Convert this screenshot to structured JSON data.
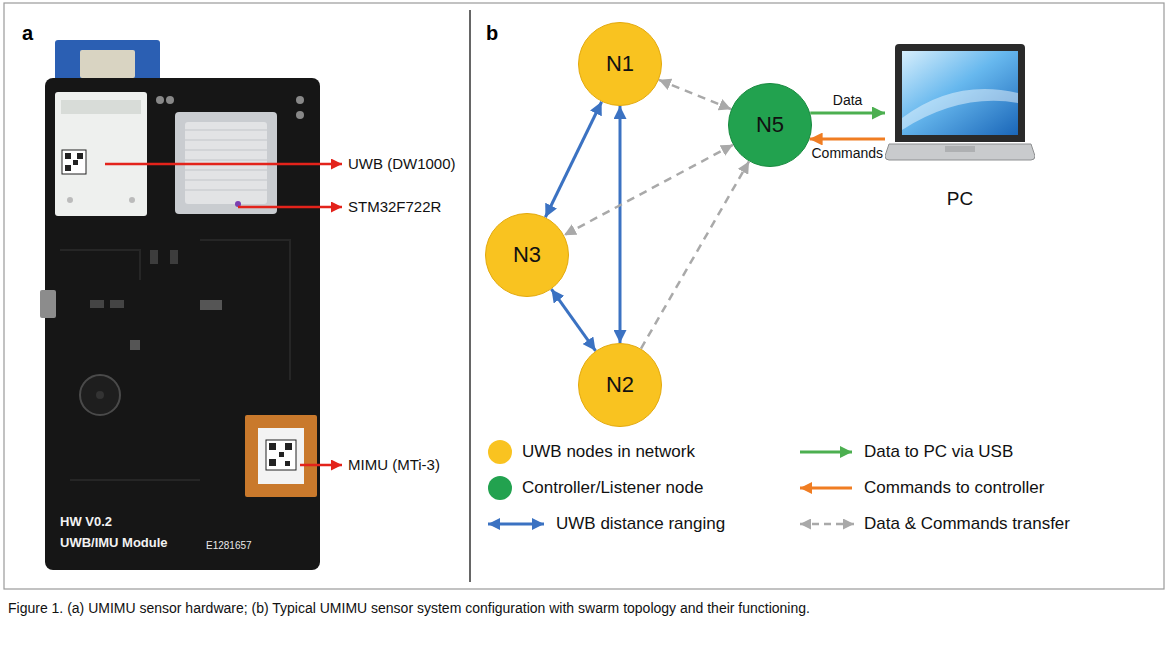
{
  "diagram": {
    "caption": "Figure 1. (a) UMIMU sensor hardware; (b) Typical UMIMU sensor system configuration with swarm topology and their functioning.",
    "nodes": [
      {
        "text": [
          "N1"
        ]
      },
      {
        "text": [
          "N5"
        ]
      },
      {
        "text": [
          "N3"
        ]
      },
      {
        "text": [
          "N2"
        ]
      },
      {
        "text": [
          "PC"
        ]
      }
    ],
    "edges": [
      {
        "from": 0,
        "to": 2,
        "arrow": "both"
      },
      {
        "from": 0,
        "to": 3,
        "arrow": "both"
      },
      {
        "from": 2,
        "to": 3,
        "arrow": "both"
      },
      {
        "from": 0,
        "to": 1,
        "arrow": "both"
      },
      {
        "from": 1,
        "to": 2,
        "arrow": "both"
      },
      {
        "from": 3,
        "to": 1,
        "arrow": "to"
      },
      {
        "from": 1,
        "to": 4,
        "label": "Data",
        "arrow": "to"
      },
      {
        "from": 4,
        "to": 1,
        "label": "Commands",
        "arrow": "to"
      }
    ],
    "labels": [
      "a",
      "b",
      "UWB (DW1000)",
      "STM32F722R",
      "MIMU (MTi-3)",
      "HW V0.2",
      "UWB/IMU Module",
      "E1281657"
    ],
    "legend": [
      {
        "text": "UWB nodes in network",
        "color": "#f9c320"
      },
      {
        "text": "Data to PC via USB"
      },
      {
        "text": "Controller/Listener node",
        "color": "#22a24f"
      },
      {
        "text": "Commands to controller"
      },
      {
        "text": "UWB distance ranging"
      },
      {
        "text": "Data & Commands transfer"
      }
    ]
  }
}
